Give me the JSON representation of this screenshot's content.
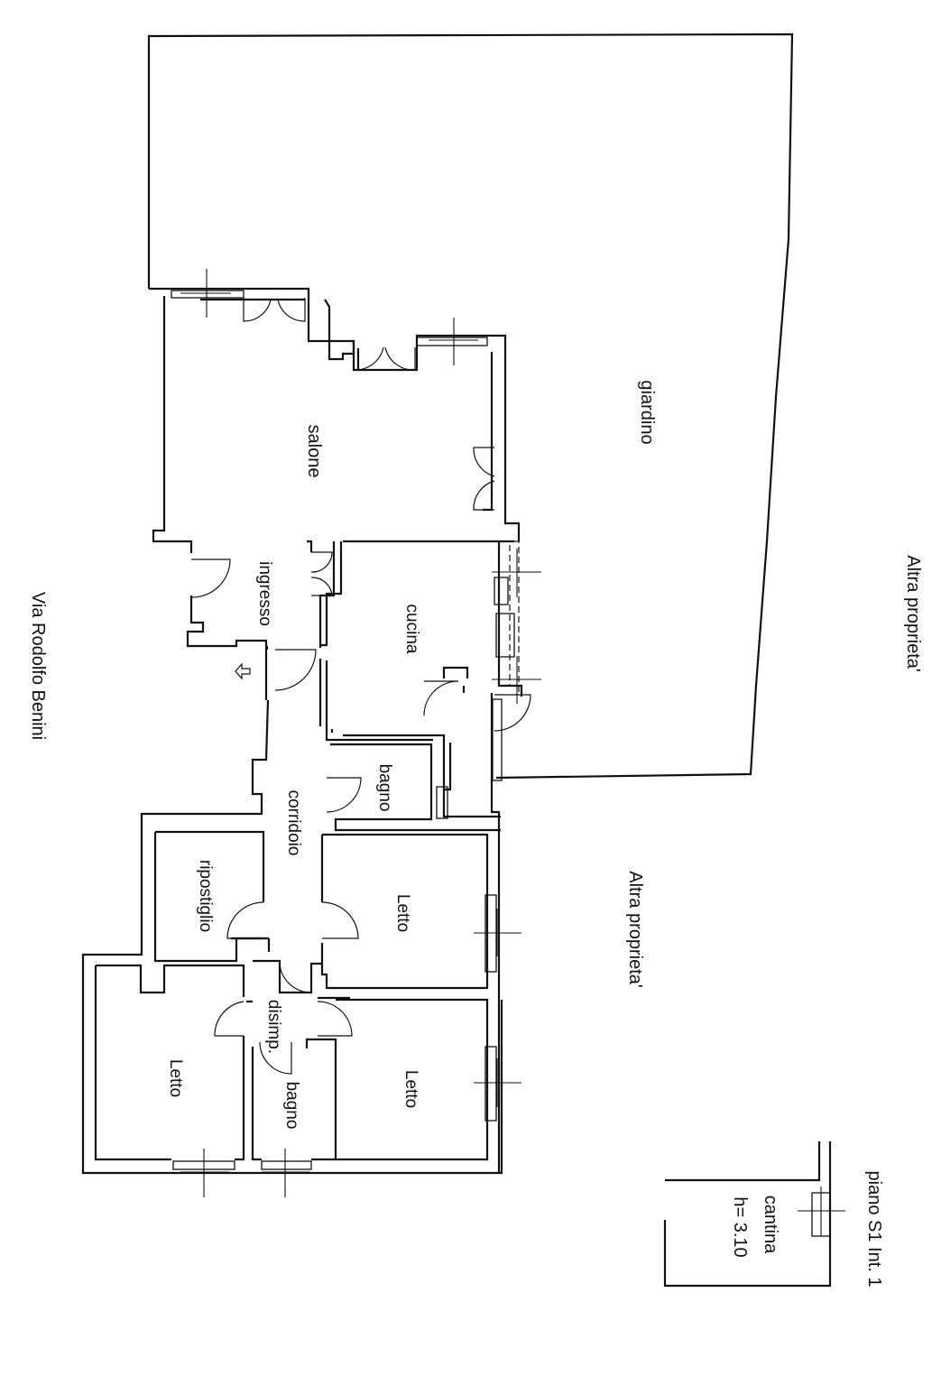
{
  "labels": {
    "giardino": "giardino",
    "salone": "salone",
    "ingresso": "ingresso",
    "cucina": "cucina",
    "bagno_1": "bagno",
    "corridoio": "corridoio",
    "ripostiglio": "ripostiglio",
    "letto_1": "Letto",
    "letto_2": "Letto",
    "letto_3": "Letto",
    "disimp": "disimp.",
    "bagno_2": "bagno",
    "altra_proprieta_1": "Altra proprieta'",
    "altra_proprieta_2": "Altra proprieta'",
    "street": "Via Rodolfo Benini",
    "floor_label": "piano S1 Int. 1",
    "cantina": "cantina",
    "height": "h= 3.10"
  }
}
